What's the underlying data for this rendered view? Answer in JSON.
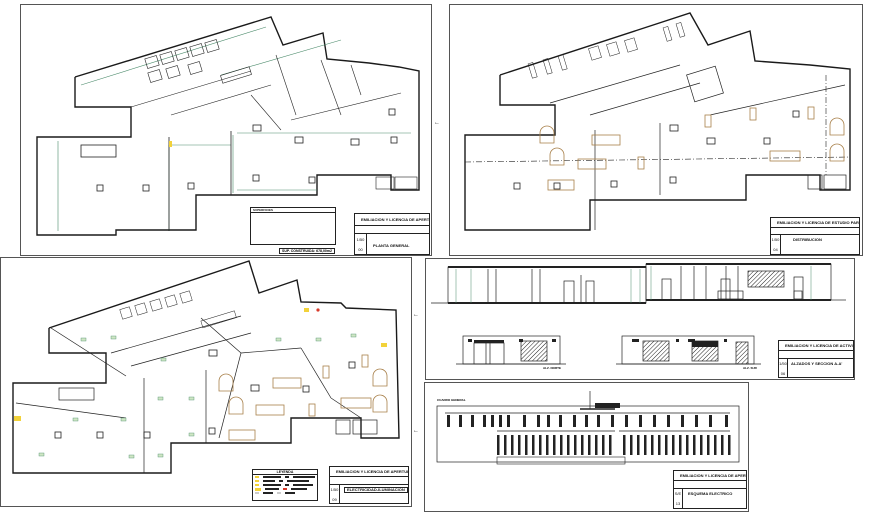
{
  "sheets": [
    {
      "id": "sheet-1",
      "drawing": "floor-plan-general",
      "title_block": {
        "project": "EMILIACION Y LICENCIA DE APERTURA CAFA-ASENSIO",
        "scale": "1/50",
        "sheet_number": "00",
        "drawing_name": "PLANTA GENERAL"
      },
      "areas_table": {
        "title": "SUPERFICIES",
        "footer": "SUP. CONSTRUIDA: 678,00m2"
      }
    },
    {
      "id": "sheet-2",
      "drawing": "floor-plan-furnished",
      "title_block": {
        "project": "EMILIACION Y LICENCIA DE ESTUDIO PARA ASENSIO",
        "scale": "1/50",
        "sheet_number": "04",
        "drawing_name": "DISTRIBUCION"
      }
    },
    {
      "id": "sheet-3",
      "drawing": "floor-plan-lighting",
      "title_block": {
        "project": "EMILIACION Y LICENCIA DE APERTURA CAFA-ASENSIO",
        "scale": "1/50",
        "sheet_number": "09",
        "drawing_name": "ELECTRICIDAD-ILUMINACION"
      },
      "legend": {
        "title": "LEYENDA"
      }
    },
    {
      "id": "sheet-4",
      "drawing": "elevations",
      "title_block": {
        "project": "EMILIACION Y LICENCIA DE ACTIVIDAD PARA ASENSIO",
        "scale": "1/50",
        "sheet_number": "06",
        "drawing_name": "ALZADOS Y SECCION A-A'"
      },
      "labels": {
        "elevation_1": "ALZ. NORTE",
        "elevation_2": "ALZ. SUR"
      }
    },
    {
      "id": "sheet-5",
      "drawing": "electrical-single-line",
      "title_block": {
        "project": "EMILIACION Y LICENCIA DE APERTURA CAFA-ASENSIO",
        "scale": "S/E",
        "sheet_number": "13",
        "drawing_name": "ESQUEMA ELECTRICO"
      },
      "diagram_label": "CUADRO GENERAL"
    }
  ],
  "colors": {
    "line": "#222222",
    "wall": "#1a1a1a",
    "grid_green": "#4a8a6a",
    "furniture": "#a8804a",
    "highlight_yellow": "#f2d23a",
    "emergency_red": "#d83a2a",
    "background": "#ffffff",
    "gutter": "#e8e8e8"
  }
}
